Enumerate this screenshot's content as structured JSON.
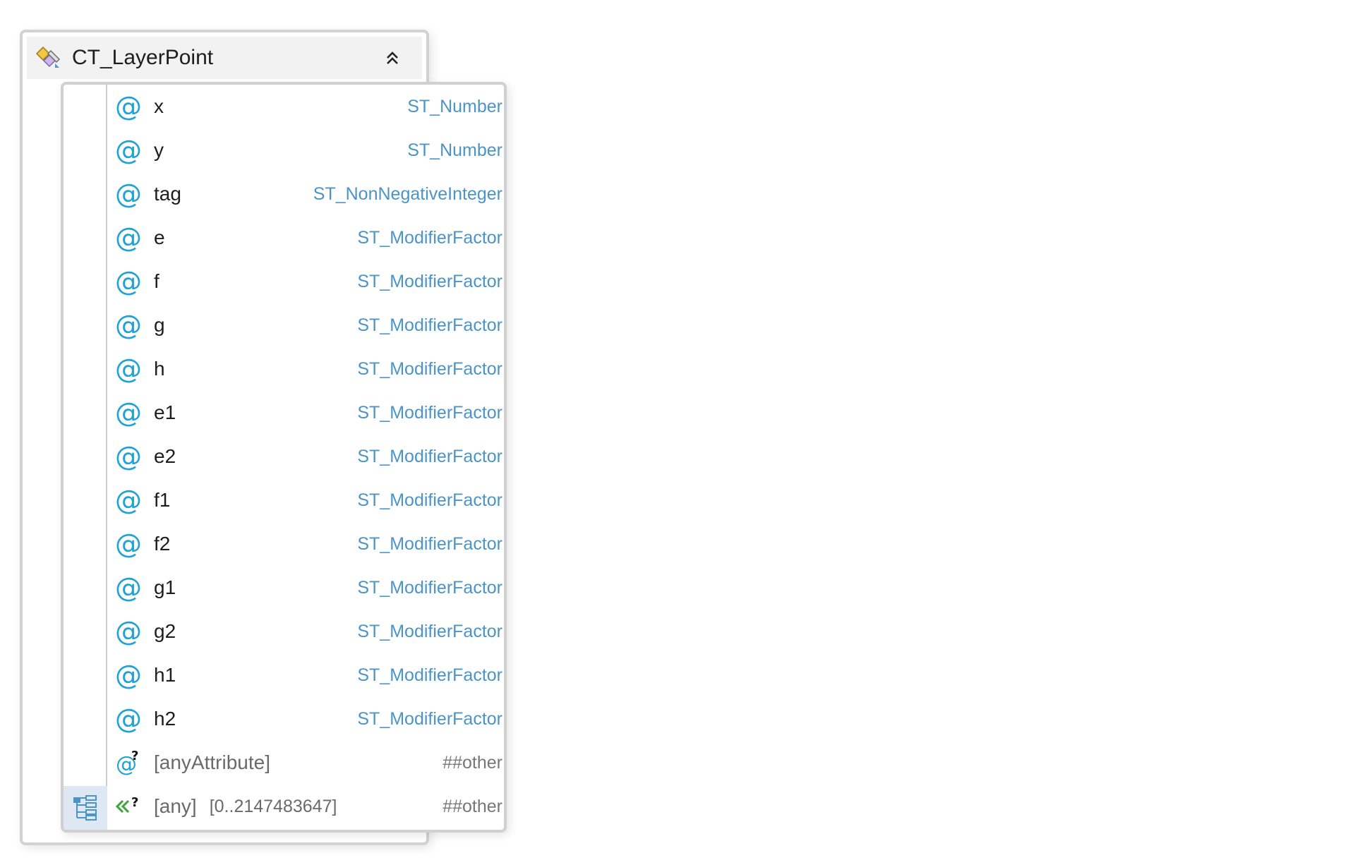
{
  "complex_type": {
    "name": "CT_LayerPoint",
    "icon": "complex-type-icon",
    "collapse_icon": "chevron-double-up-icon"
  },
  "attributes": [
    {
      "name": "x",
      "type": "ST_Number"
    },
    {
      "name": "y",
      "type": "ST_Number"
    },
    {
      "name": "tag",
      "type": "ST_NonNegativeInteger"
    },
    {
      "name": "e",
      "type": "ST_ModifierFactor"
    },
    {
      "name": "f",
      "type": "ST_ModifierFactor"
    },
    {
      "name": "g",
      "type": "ST_ModifierFactor"
    },
    {
      "name": "h",
      "type": "ST_ModifierFactor"
    },
    {
      "name": "e1",
      "type": "ST_ModifierFactor"
    },
    {
      "name": "e2",
      "type": "ST_ModifierFactor"
    },
    {
      "name": "f1",
      "type": "ST_ModifierFactor"
    },
    {
      "name": "f2",
      "type": "ST_ModifierFactor"
    },
    {
      "name": "g1",
      "type": "ST_ModifierFactor"
    },
    {
      "name": "g2",
      "type": "ST_ModifierFactor"
    },
    {
      "name": "h1",
      "type": "ST_ModifierFactor"
    },
    {
      "name": "h2",
      "type": "ST_ModifierFactor"
    }
  ],
  "any_attribute": {
    "name": "[anyAttribute]",
    "namespace": "##other"
  },
  "any_element": {
    "name": "[any]",
    "occurs": "[0..2147483647]",
    "namespace": "##other"
  },
  "colors": {
    "attribute_icon": "#1ea2d8",
    "type_text": "#4a94c8",
    "wildcard_text": "#777777",
    "sequence_bg": "#dde8f3"
  }
}
